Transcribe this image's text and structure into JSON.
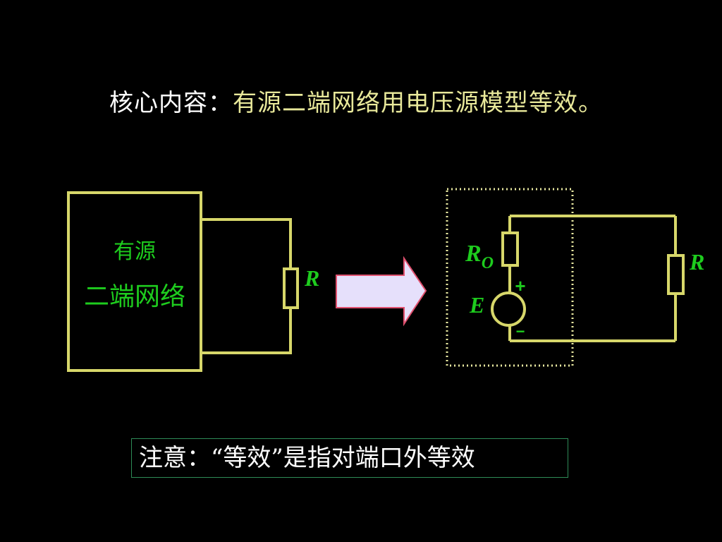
{
  "headline": {
    "lead": "核心内容：",
    "body": "有源二端网络用电压源模型等效。"
  },
  "left_circuit": {
    "box_line1": "有源",
    "box_line2": "二端网络",
    "resistor_label": "R"
  },
  "right_circuit": {
    "ro_main": "R",
    "ro_sub": "O",
    "source_label": "E",
    "plus_sign": "+",
    "minus_sign": "−",
    "resistor_label": "R"
  },
  "note": {
    "text": "注意：“等效”是指对端口外等效"
  },
  "colors": {
    "wire": "#d7d76a",
    "label_green": "#1ecc1e",
    "arrow_fill": "#e6e0fb",
    "arrow_stroke": "#e0506e",
    "dotted": "#e8e8a0",
    "note_border": "#2e8b57"
  }
}
